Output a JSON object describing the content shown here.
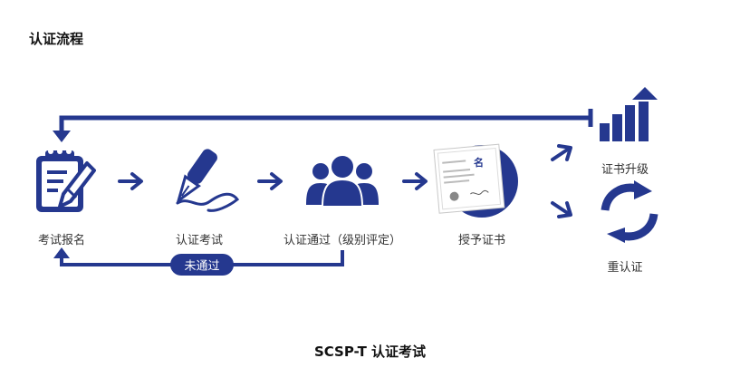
{
  "section_title": "认证流程",
  "steps": {
    "register": "考试报名",
    "exam": "认证考试",
    "pass": "认证通过（级别评定）",
    "certificate": "授予证书",
    "upgrade": "证书升级",
    "recertify": "重认证"
  },
  "fail_label": "未通过",
  "caption": "SCSP-T 认证考试",
  "certificate_text": "名",
  "colors": {
    "primary": "#25388f",
    "text": "#333333",
    "title": "#111111"
  },
  "icons": {
    "register": "clipboard-pencil-icon",
    "exam": "fountain-pen-icon",
    "pass": "user-group-icon",
    "certificate": "certificate-icon",
    "upgrade": "bar-chart-up-icon",
    "recertify": "refresh-cycle-icon"
  }
}
